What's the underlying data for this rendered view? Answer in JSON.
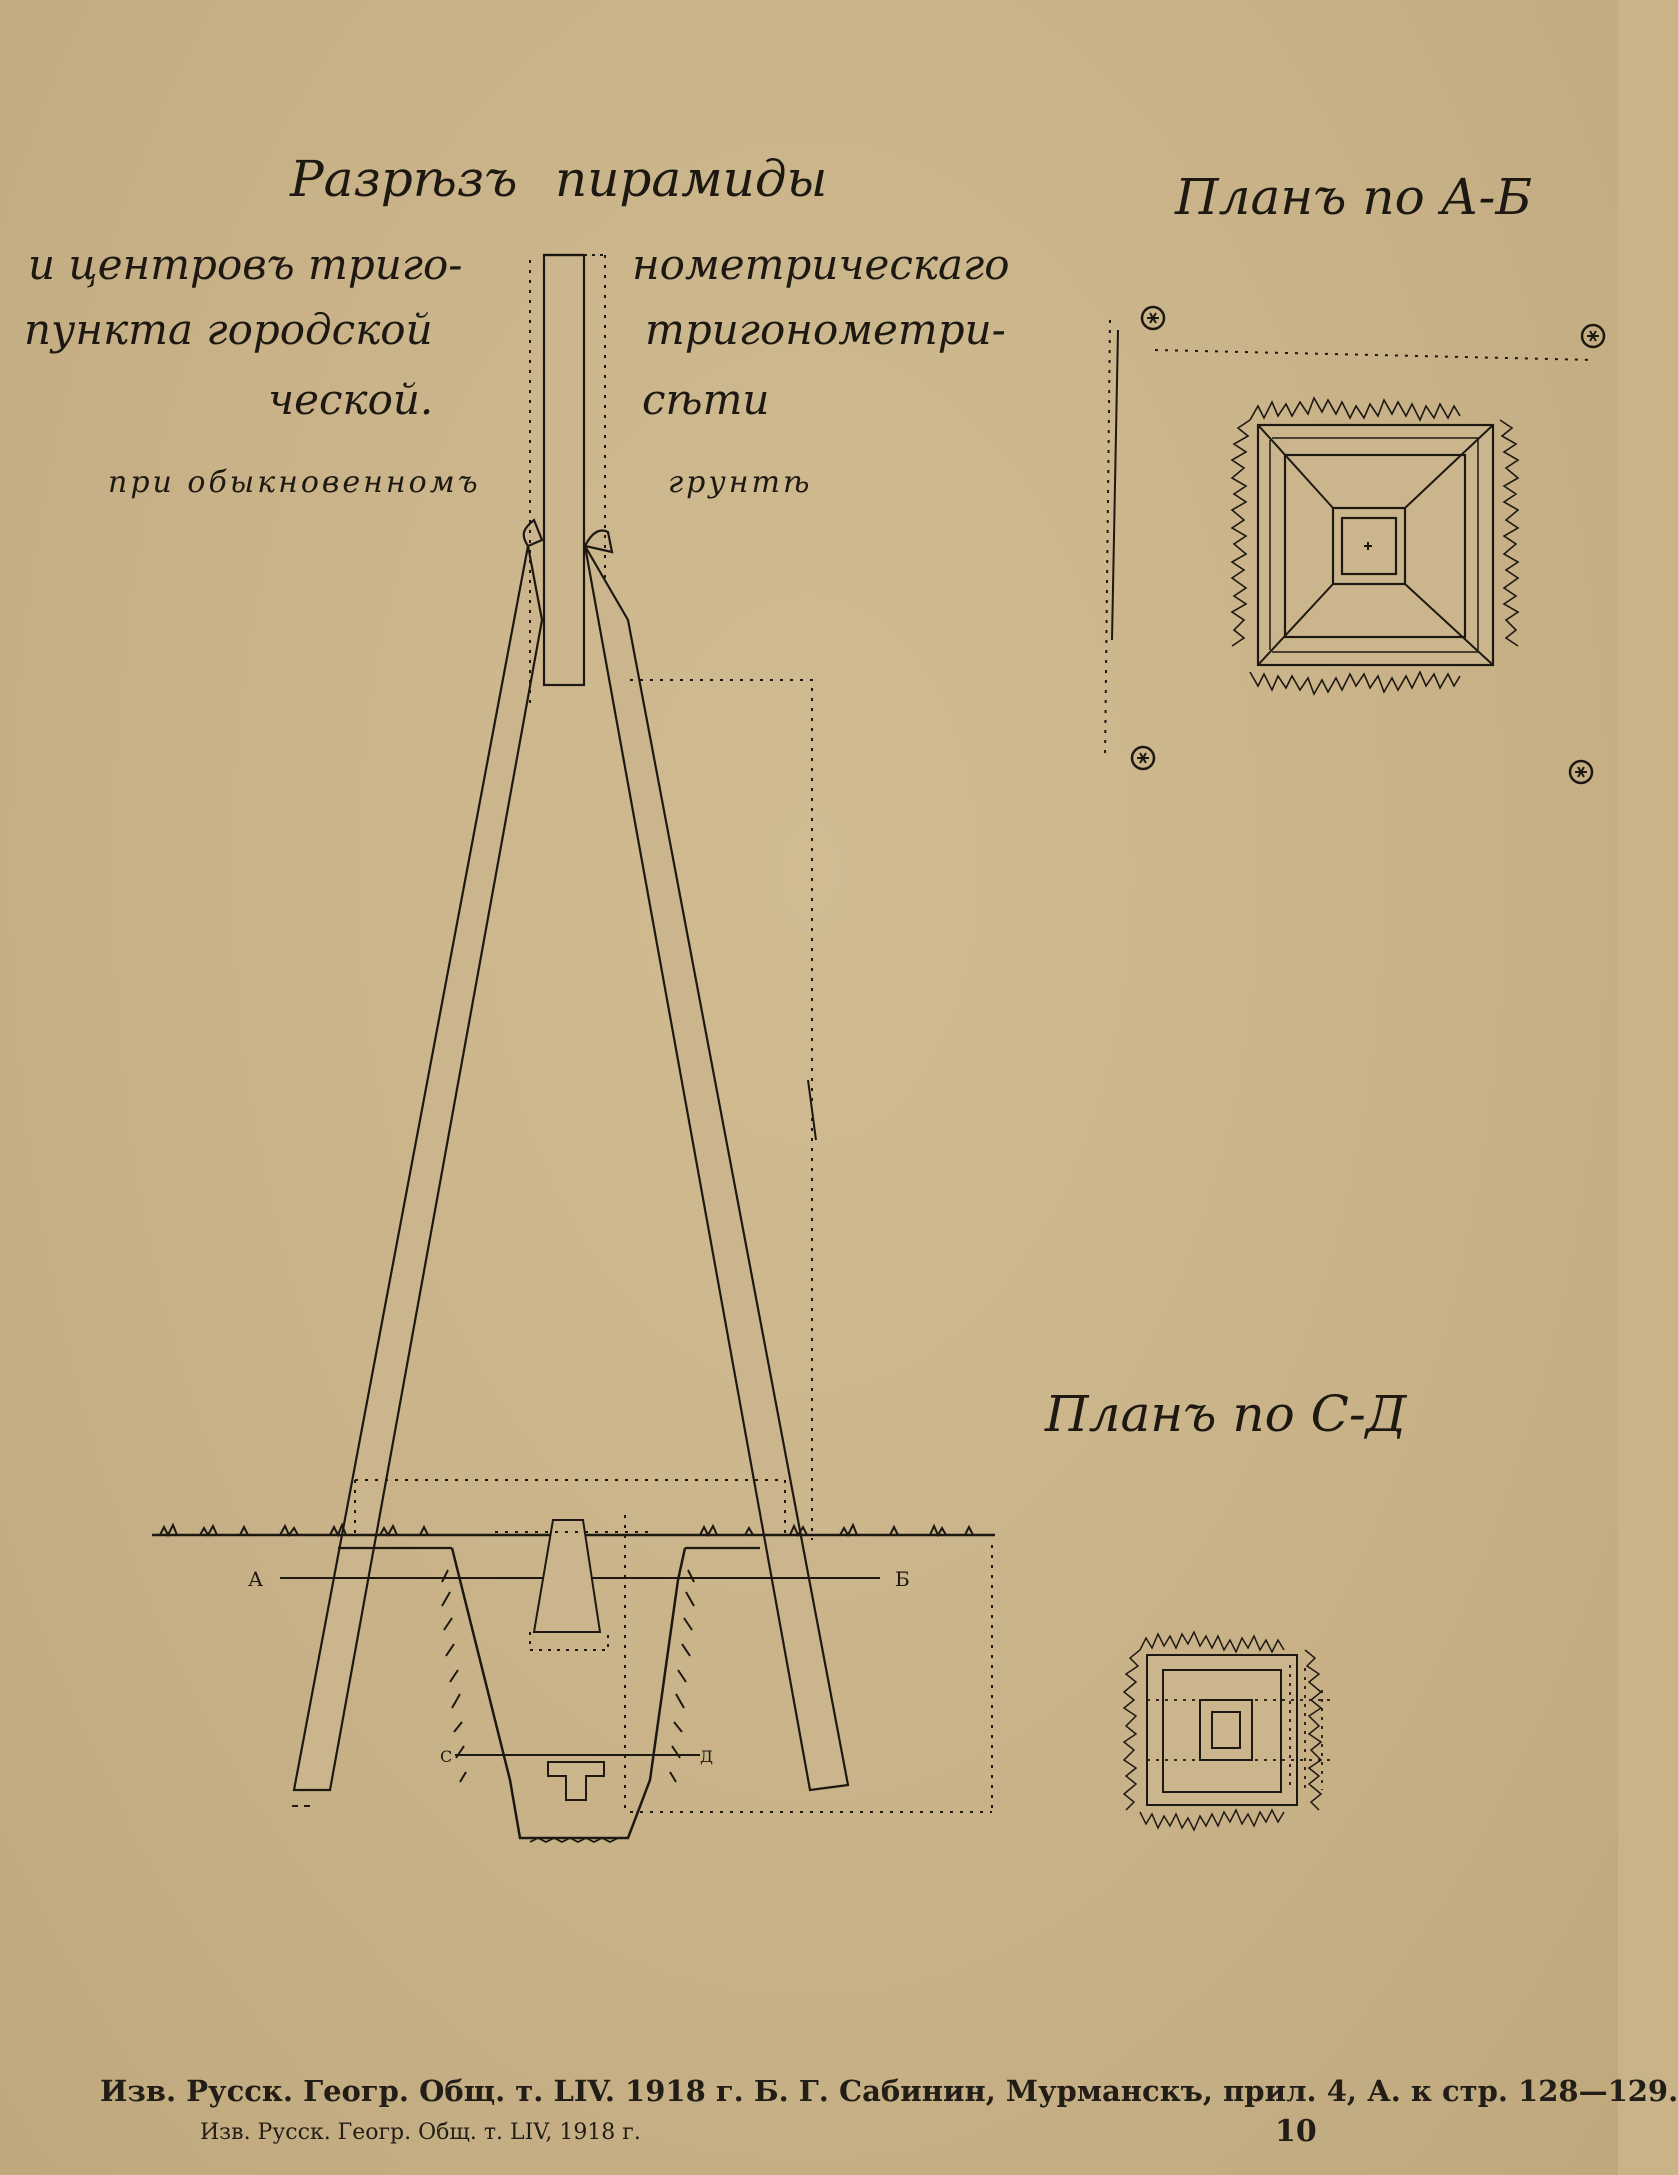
{
  "title": {
    "line1_left": "Разрѣзъ",
    "line1_right": "пирамиды",
    "line2_left": "и центровъ триго-",
    "line2_right": "нометрическаго",
    "line3_left": "пункта городской",
    "line3_right": "тригонометри-",
    "line4_left": "ческой.",
    "line4_right": "сѣти",
    "line5_left": "при обыкновенномъ",
    "line5_right": "грунтѣ"
  },
  "plan_ab": {
    "title": "Планъ по А-Б"
  },
  "plan_cd": {
    "title": "Планъ по С-Д"
  },
  "section_labels": {
    "a": "А",
    "b": "Б",
    "c": "С",
    "d": "Д"
  },
  "footer": {
    "line1": "Изв. Русск. Геогр. Общ. т. LIV. 1918 г. Б. Г. Сабинин, Мурманскъ, прил. 4, А. к стр. 128—129.",
    "line2": "Изв. Русск. Геогр. Общ. т. LIV, 1918 г.",
    "page_number": "10"
  },
  "colors": {
    "paper": "#c9b48a",
    "ink": "#1d1912",
    "grass": "#2c281f"
  },
  "icons": [
    "survey-marker-icon"
  ]
}
